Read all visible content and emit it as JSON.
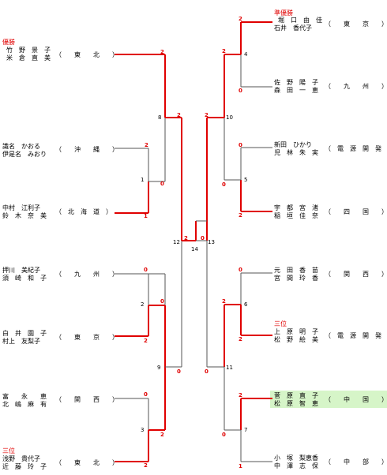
{
  "left": [
    {
      "title": "優勝",
      "p1": "竹　野　景　子",
      "p2": "米　倉　直　美",
      "region": "（　　東　　北　　）"
    },
    {
      "p1": "識名　かおる",
      "p2": "伊是名　みおり",
      "region": "（　　沖　　縄　　）"
    },
    {
      "p1": "中村　江利子",
      "p2": "鈴　木　奈　美",
      "region": "（　北　海　道　）"
    },
    {
      "p1": "押川　美紀子",
      "p2": "須　崎　和　子",
      "region": "（　　九　　州　　）"
    },
    {
      "p1": "白　井　園　子",
      "p2": "村上　友梨子",
      "region": "（　　東　　京　　）"
    },
    {
      "p1": "富　　永　　恵",
      "p2": "北　嶋　麻　有",
      "region": "（　　関　　西　　）"
    },
    {
      "title": "三位",
      "p1": "浅野　貴代子",
      "p2": "近　藤　玲　子",
      "region": "（　　東　　北　　）"
    }
  ],
  "right": [
    {
      "title": "準優勝",
      "p1": "堀　口　由　佳",
      "p2": "石井　香代子",
      "region": "（　　東　　京　　）"
    },
    {
      "p1": "佐　野　陽　子",
      "p2": "森　田　一　恵",
      "region": "（　　九　　州　　）"
    },
    {
      "p1": "新田　ひかり",
      "p2": "児　林　朱　実",
      "region": "（　電　源　開　発　）"
    },
    {
      "p1": "宇　都　宮　渚",
      "p2": "稲　垣　佳　奈",
      "region": "（　　四　　国　　）"
    },
    {
      "p1": "元　田　香　苗",
      "p2": "宮　間　玲　香",
      "region": "（　　関　　西　　）"
    },
    {
      "title": "三位",
      "p1": "上　原　明　子",
      "p2": "松　野　絵　美",
      "region": "（　電　源　開　発　）"
    },
    {
      "p1": "菅　原　直　子",
      "p2": "松　原　智　恵",
      "region": "（　　中　　国　　）"
    },
    {
      "p1": "小　塚　梨恵香",
      "p2": "中　澤　志　保",
      "region": "（　　中　　部　　）"
    }
  ],
  "matches": {
    "L_R1": [
      [
        "2",
        "1"
      ],
      [
        "0",
        "2"
      ],
      [
        "0",
        "2"
      ]
    ],
    "L_1": "1",
    "L_2": "2",
    "L_3": "3",
    "L_QF": [
      [
        "2",
        "0"
      ],
      [
        "0",
        "2"
      ]
    ],
    "L_8": "8",
    "L_9": "9",
    "L_SF": [
      "2",
      "0"
    ],
    "L_12": "12",
    "R_R1": [
      [
        "2",
        "0"
      ],
      [
        "0",
        "2"
      ],
      [
        "0",
        "2"
      ],
      [
        "2",
        "1"
      ]
    ],
    "R_4": "4",
    "R_5": "5",
    "R_6": "6",
    "R_7": "7",
    "R_QF": [
      [
        "2",
        "0"
      ],
      [
        "2",
        "0"
      ]
    ],
    "R_10": "10",
    "R_11": "11",
    "R_SF": [
      "0",
      "2"
    ],
    "R_13": "13",
    "F": [
      "2",
      "0"
    ],
    "F_14": "14"
  },
  "colors": {
    "win": "#e00000",
    "lose": "#555555",
    "highlight": "#d6f5c8"
  }
}
